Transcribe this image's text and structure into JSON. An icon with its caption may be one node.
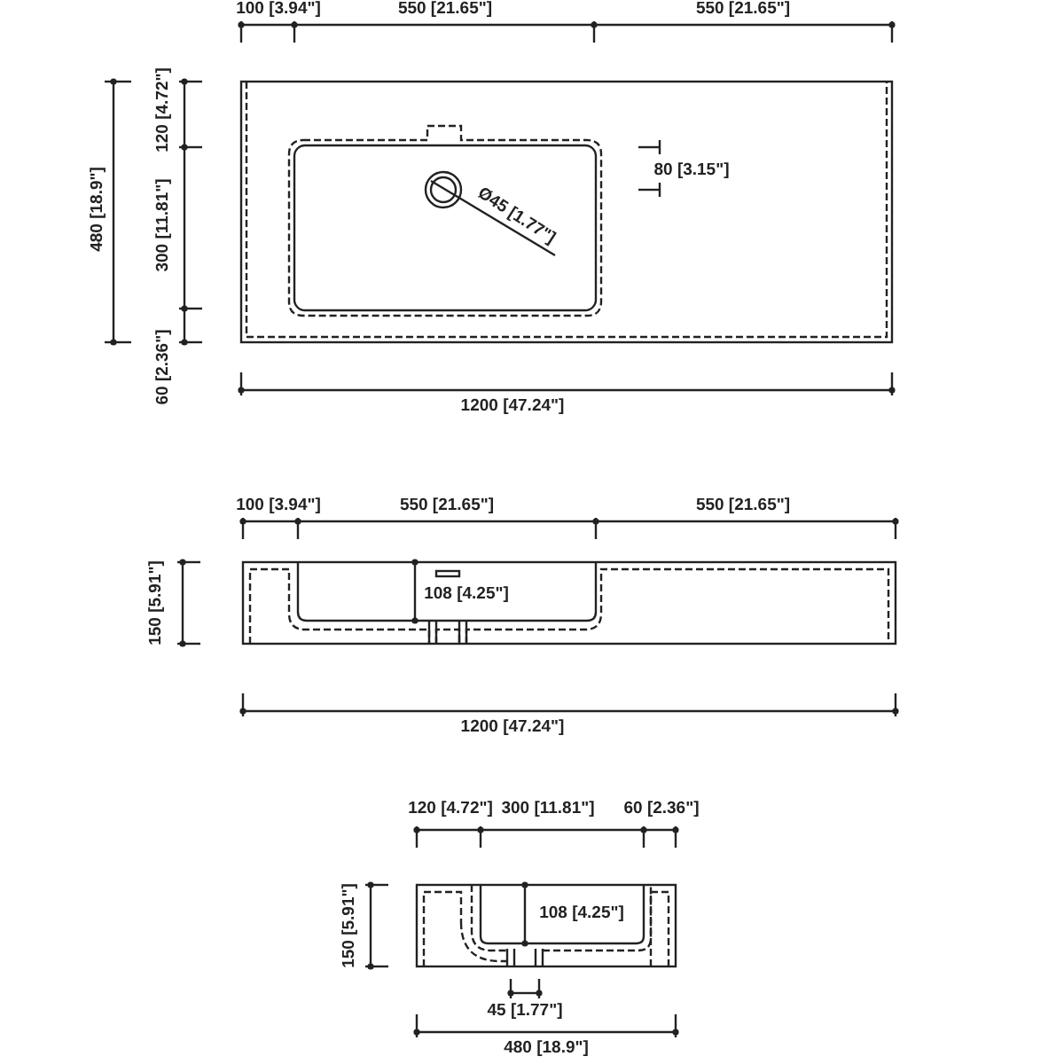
{
  "diagram": {
    "labels": [
      "100 [3.94\"]",
      "550 [21.65\"]",
      "550 [21.65\"]",
      "120 [4.72\"]",
      "480 [18.9\"]",
      "80 [3.15\"]",
      "Ø45 [1.77\"]",
      "300 [11.81\"]",
      "60 [2.36\"]",
      "1200 [47.24\"]",
      "100 [3.94\"]",
      "550 [21.65\"]",
      "550 [21.65\"]",
      "150 [5.91\"]",
      "108 [4.25\"]",
      "1200 [47.24\"]",
      "120 [4.72\"]",
      "300 [11.81\"]",
      "60 [2.36\"]",
      "150 [5.91\"]",
      "108 [4.25\"]",
      "45 [1.77\"]",
      "480 [18.9\"]"
    ]
  }
}
